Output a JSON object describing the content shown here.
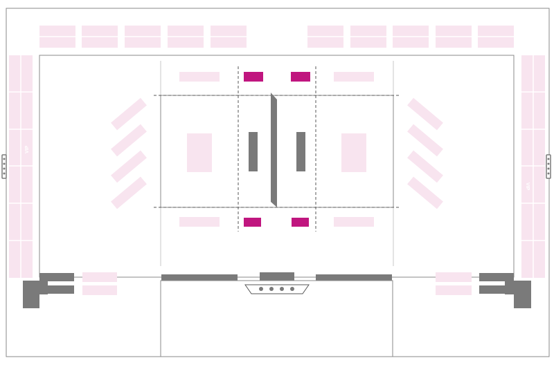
{
  "diagram": {
    "type": "volleyball-venue-floor-plan",
    "colors": {
      "seating": "#f8e4ef",
      "officials_tables": "#c0167f",
      "equipment": "#7a7a7a",
      "lines": "#8a8a8a",
      "background": "#ffffff"
    },
    "labels": {
      "vip_left": "VIP",
      "vip_right": "VIP"
    }
  }
}
